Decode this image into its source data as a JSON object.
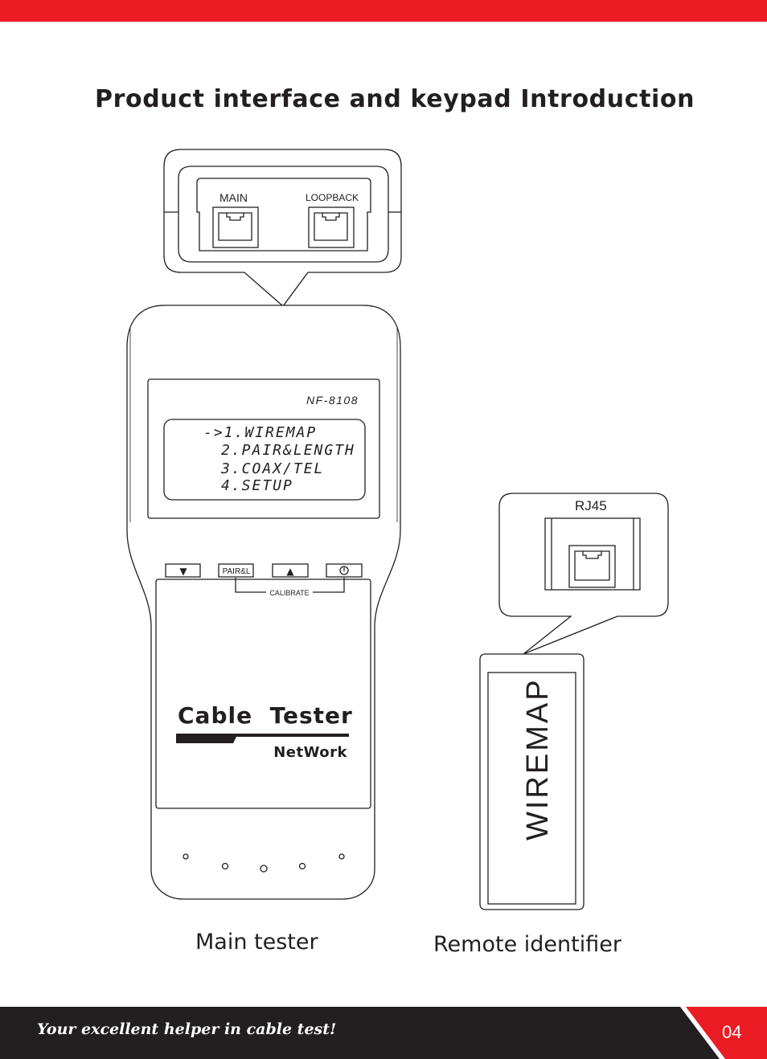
{
  "header": {
    "accent_color": "#ec1c24"
  },
  "title": "Product interface and keypad Introduction",
  "main_tester": {
    "ports": {
      "main_label": "MAIN",
      "loopback_label": "LOOPBACK"
    },
    "model": "NF-8108",
    "lcd_menu": [
      "->1.WIREMAP",
      "2.PAIR&LENGTH",
      "3.COAX/TEL",
      "4.SETUP"
    ],
    "keys": {
      "down_symbol": "▼",
      "pair_label": "PAIR&L",
      "up_symbol": "▲",
      "power_icon": "power-icon",
      "calibrate_label": "CALIBRATE"
    },
    "brand": {
      "product_name": "Cable  Tester",
      "sub_name": "NetWork"
    },
    "caption": "Main tester"
  },
  "remote": {
    "port_label": "RJ45",
    "body_label": "WIREMAP",
    "caption": "Remote identifier"
  },
  "footer": {
    "tagline": "Your excellent helper in cable test!",
    "page_number": "04",
    "bar_color": "#231f20",
    "accent_color": "#ec1c24"
  }
}
